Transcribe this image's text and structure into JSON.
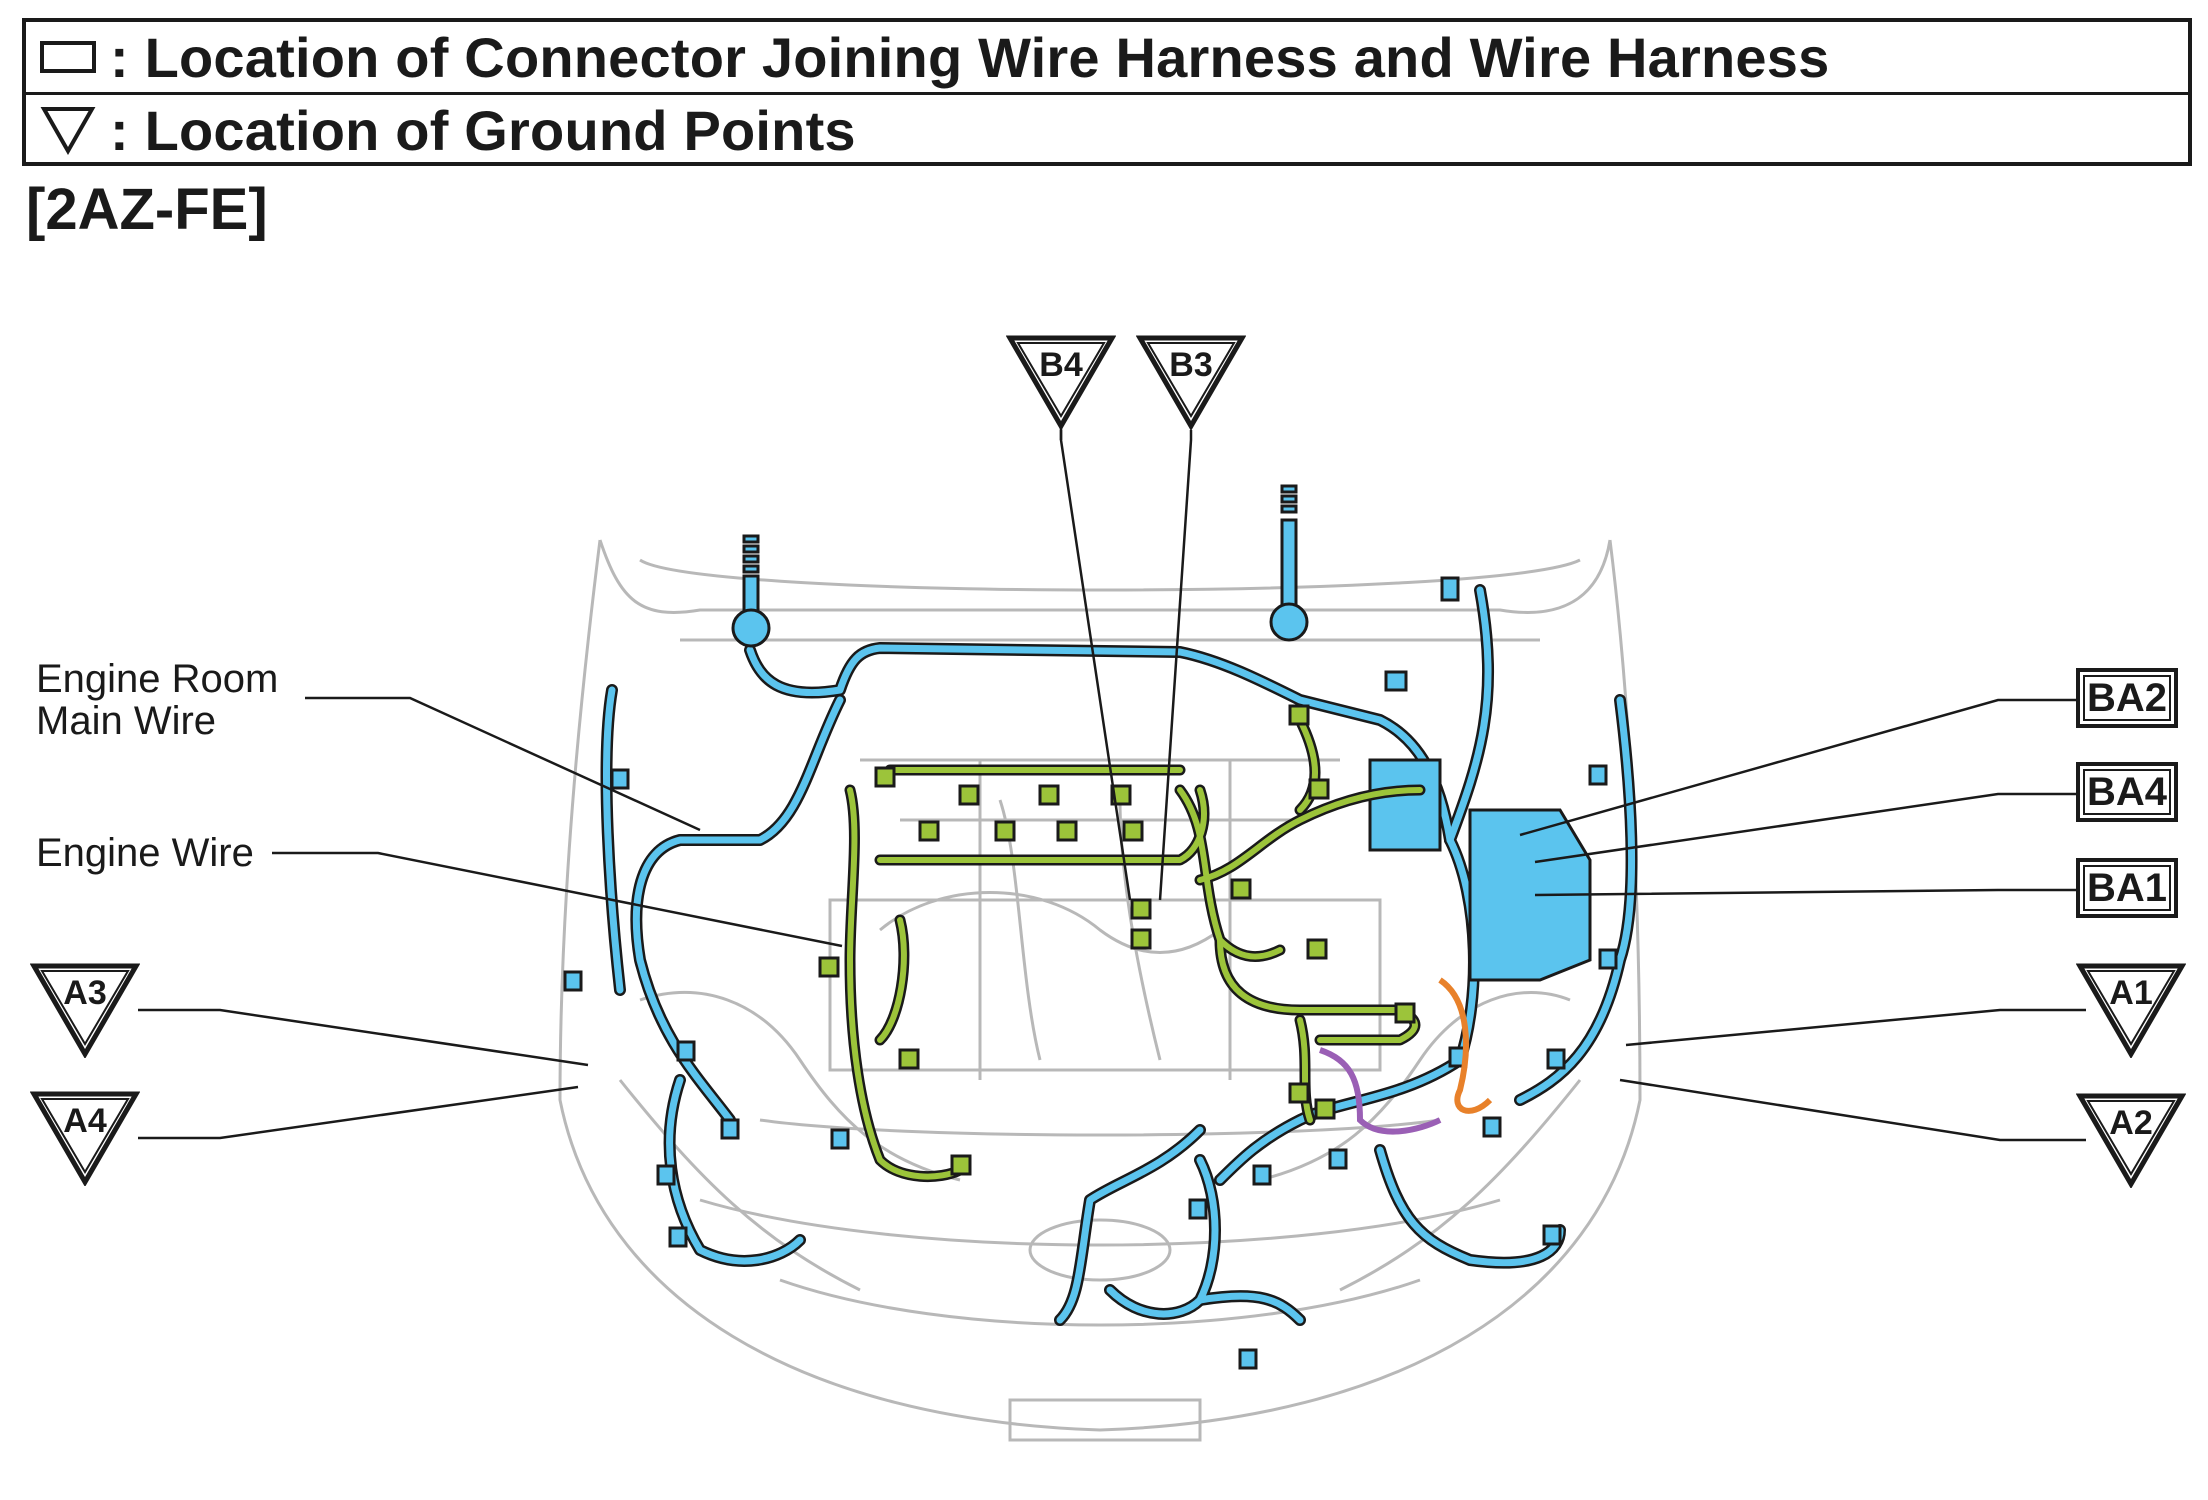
{
  "legend": {
    "connector_text": ": Location of Connector Joining Wire Harness and Wire Harness",
    "ground_text": ": Location of Ground Points",
    "connector_symbol": "connector-rectangle-icon",
    "ground_symbol": "ground-triangle-icon"
  },
  "engine_code": "[2AZ-FE]",
  "labels": {
    "engine_room_main_wire_line1": "Engine Room",
    "engine_room_main_wire_line2": "Main Wire",
    "engine_wire": "Engine Wire"
  },
  "ground_points": {
    "b4": "B4",
    "b3": "B3",
    "a3": "A3",
    "a4": "A4",
    "a1": "A1",
    "a2": "A2"
  },
  "connectors": {
    "ba2": "BA2",
    "ba4": "BA4",
    "ba1": "BA1"
  },
  "colors": {
    "engine_room_main_wire": "#5bc4ee",
    "engine_wire": "#9cc43a",
    "outline": "#1a1a1a",
    "body_line": "#b8b8b8",
    "accent_orange": "#e8812a",
    "accent_purple": "#9a5fb5"
  }
}
